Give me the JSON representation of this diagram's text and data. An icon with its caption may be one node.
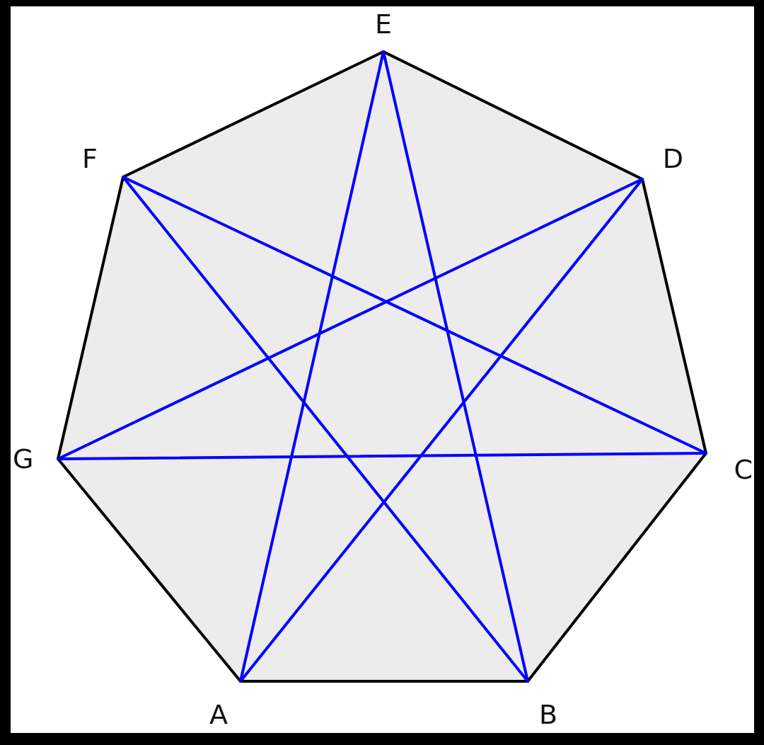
{
  "diagram": {
    "nodes": [
      {
        "text": [
          "E"
        ]
      },
      {
        "text": [
          "F"
        ]
      },
      {
        "text": [
          "D"
        ]
      },
      {
        "text": [
          "G"
        ]
      },
      {
        "text": [
          "C"
        ]
      },
      {
        "text": [
          "A"
        ]
      },
      {
        "text": [
          "B"
        ]
      }
    ],
    "edges": [
      {
        "from": 5,
        "to": 6,
        "arrow": "none"
      },
      {
        "from": 6,
        "to": 4,
        "arrow": "none"
      },
      {
        "from": 4,
        "to": 2,
        "arrow": "none"
      },
      {
        "from": 2,
        "to": 0,
        "arrow": "none"
      },
      {
        "from": 0,
        "to": 1,
        "arrow": "none"
      },
      {
        "from": 1,
        "to": 3,
        "arrow": "none"
      },
      {
        "from": 3,
        "to": 5,
        "arrow": "none"
      },
      {
        "from": 0,
        "to": 5,
        "arrow": "none",
        "color": "#0000ff"
      },
      {
        "from": 0,
        "to": 6,
        "arrow": "none",
        "color": "#0000ff"
      },
      {
        "from": 1,
        "to": 4,
        "arrow": "none",
        "color": "#0000ff"
      },
      {
        "from": 1,
        "to": 6,
        "arrow": "none",
        "color": "#0000ff"
      },
      {
        "from": 2,
        "to": 3,
        "arrow": "none",
        "color": "#0000ff"
      },
      {
        "from": 2,
        "to": 5,
        "arrow": "none",
        "color": "#0000ff"
      },
      {
        "from": 3,
        "to": 4,
        "arrow": "none",
        "color": "#0000ff"
      }
    ]
  }
}
